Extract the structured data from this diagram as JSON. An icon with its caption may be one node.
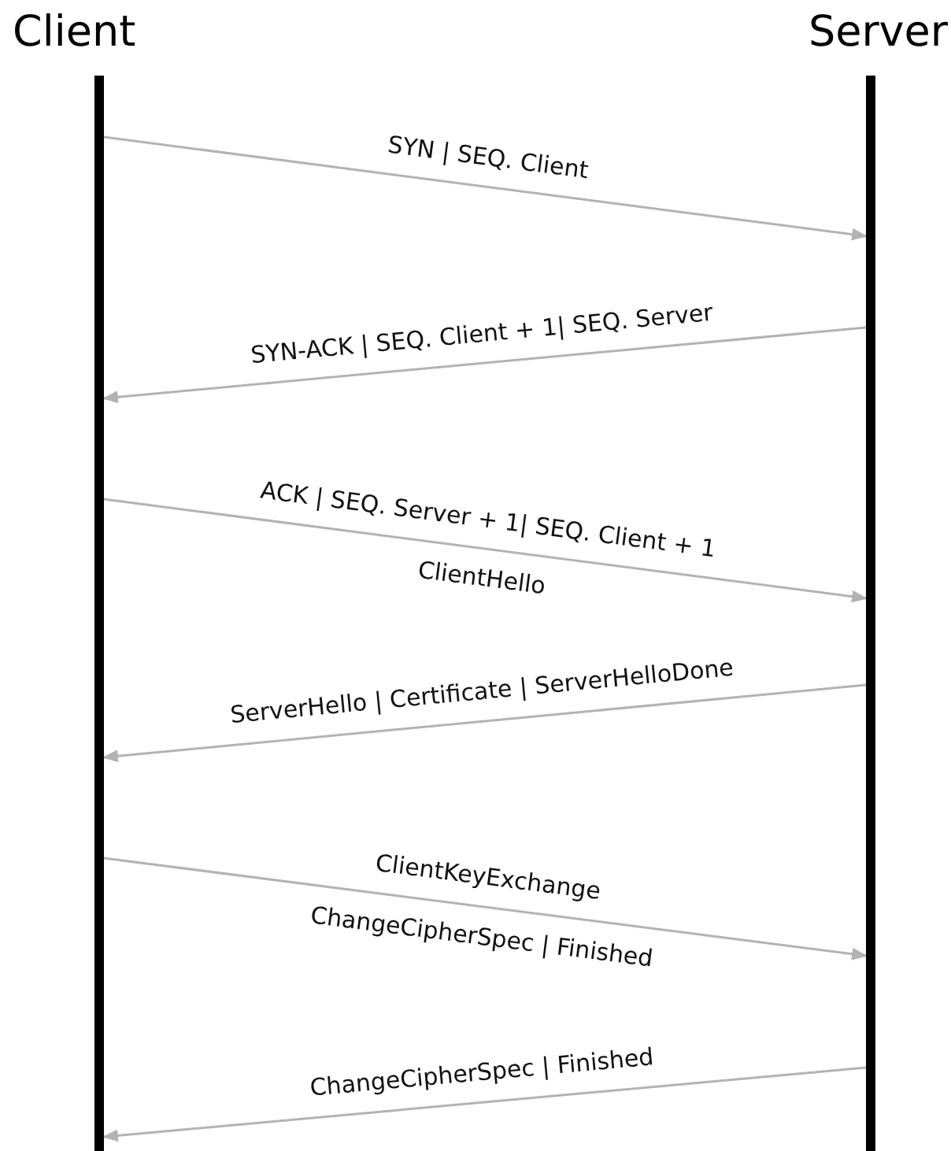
{
  "diagram": {
    "nodes": [
      {
        "text": [
          "Client"
        ]
      },
      {
        "text": [
          "Server"
        ]
      }
    ],
    "edges": [
      {
        "from": 0,
        "to": 1,
        "arrow": "to",
        "label": "SYN | SEQ. Client"
      },
      {
        "from": 1,
        "to": 0,
        "arrow": "to",
        "label": "SYN-ACK | SEQ. Client + 1| SEQ. Server"
      },
      {
        "from": 0,
        "to": 1,
        "arrow": "to",
        "label": "ACK | SEQ. Server + 1| SEQ. Client + 1"
      },
      {
        "from": 1,
        "to": 0,
        "arrow": "to",
        "label": "ServerHello | Certificate | ServerHelloDone"
      },
      {
        "from": 0,
        "to": 1,
        "arrow": "to",
        "label": "ClientKeyExchange"
      },
      {
        "from": 1,
        "to": 0,
        "arrow": "to",
        "label": "ChangeCipherSpec | Finished"
      }
    ],
    "labels": [
      "ClientHello",
      "ChangeCipherSpec | Finished"
    ]
  }
}
